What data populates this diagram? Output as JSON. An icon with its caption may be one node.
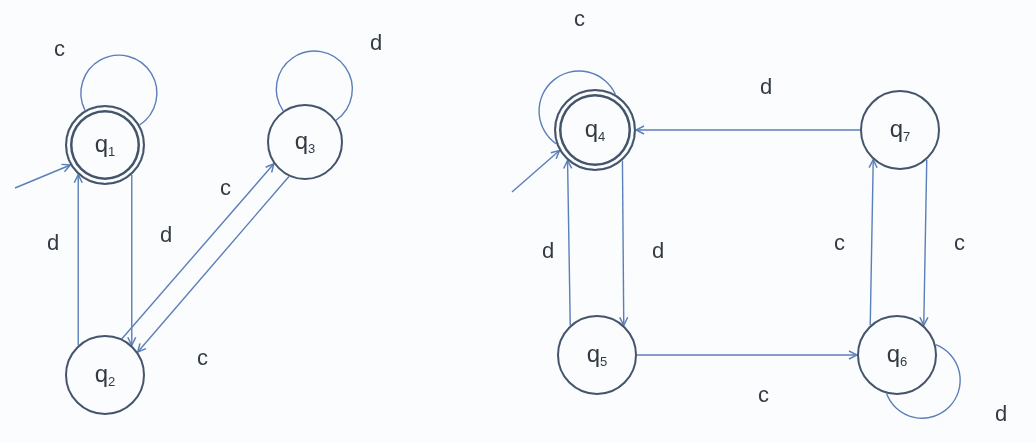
{
  "diagram": {
    "nodes": [
      {
        "text": [
          "q$_{1}$"
        ]
      },
      {
        "text": [
          "q$_{2}$"
        ]
      },
      {
        "text": [
          "q$_{3}$"
        ]
      },
      {
        "text": [
          "q$_{4}$"
        ]
      },
      {
        "text": [
          "q$_{5}$"
        ]
      },
      {
        "text": [
          "q$_{6}$"
        ]
      },
      {
        "text": [
          "q$_{7}$"
        ]
      }
    ],
    "edges": [
      {
        "from": null,
        "to": 0,
        "arrow": "to"
      },
      {
        "from": 0,
        "to": 0,
        "arrow": "none",
        "label": "c"
      },
      {
        "from": 1,
        "to": 0,
        "arrow": "to",
        "label": "d"
      },
      {
        "from": 0,
        "to": 1,
        "arrow": "to",
        "label": "d"
      },
      {
        "from": 1,
        "to": 2,
        "arrow": "to",
        "label": "c"
      },
      {
        "from": 2,
        "to": 1,
        "arrow": "to",
        "label": "c"
      },
      {
        "from": 2,
        "to": 2,
        "arrow": "none",
        "label": "d"
      },
      {
        "from": null,
        "to": 3,
        "arrow": "to"
      },
      {
        "from": 3,
        "to": 3,
        "arrow": "none",
        "label": "c"
      },
      {
        "from": 6,
        "to": 3,
        "arrow": "to",
        "label": "d"
      },
      {
        "from": 4,
        "to": 3,
        "arrow": "to",
        "label": "d"
      },
      {
        "from": 3,
        "to": 4,
        "arrow": "to",
        "label": "d"
      },
      {
        "from": 5,
        "to": 6,
        "arrow": "to",
        "label": "c"
      },
      {
        "from": 6,
        "to": 5,
        "arrow": "to",
        "label": "c"
      },
      {
        "from": 4,
        "to": 5,
        "arrow": "to",
        "label": "c"
      },
      {
        "from": 5,
        "to": 5,
        "arrow": "none",
        "label": "d"
      }
    ]
  }
}
